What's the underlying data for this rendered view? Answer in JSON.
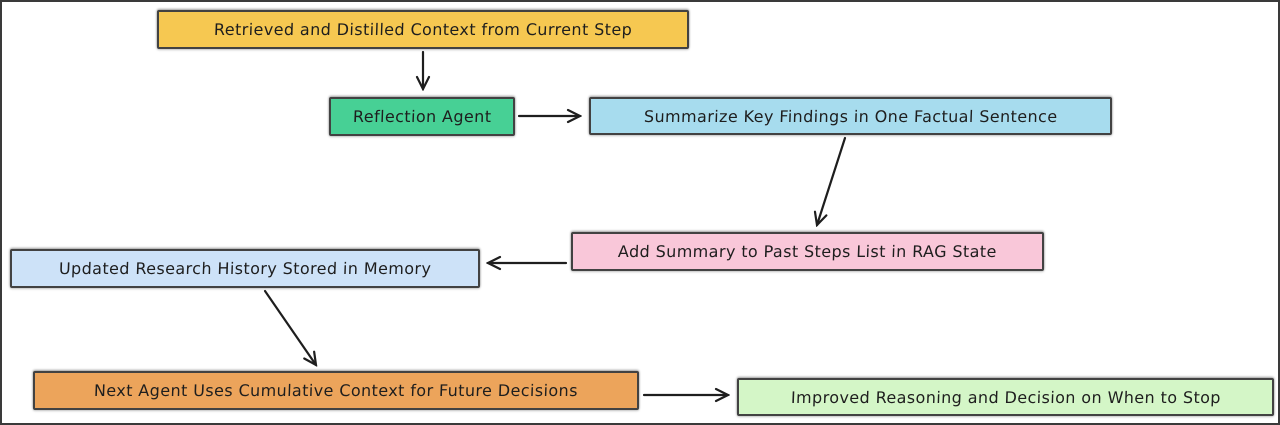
{
  "diagram": {
    "type": "flowchart",
    "background_color": "#ffffff",
    "frame_border_color": "#3a3a3a",
    "arrow_color": "#1e1e1e",
    "nodes": [
      {
        "id": "retrieved-context",
        "label": "Retrieved and Distilled Context from Current Step",
        "fill": "#f6c851"
      },
      {
        "id": "reflection-agent",
        "label": "Reflection Agent",
        "fill": "#47d095"
      },
      {
        "id": "summarize-findings",
        "label": "Summarize Key Findings in One Factual Sentence",
        "fill": "#a7dcee"
      },
      {
        "id": "add-summary-rag-state",
        "label": "Add Summary to Past Steps List in RAG State",
        "fill": "#f9c7d9"
      },
      {
        "id": "updated-history-memory",
        "label": "Updated Research History Stored in Memory",
        "fill": "#cde2f8"
      },
      {
        "id": "next-agent-decisions",
        "label": "Next Agent Uses Cumulative Context for Future Decisions",
        "fill": "#eca45b"
      },
      {
        "id": "improved-reasoning-stop",
        "label": "Improved Reasoning and Decision on When to Stop",
        "fill": "#d4f6c7"
      }
    ],
    "edges": [
      {
        "from": "retrieved-context",
        "to": "reflection-agent"
      },
      {
        "from": "reflection-agent",
        "to": "summarize-findings"
      },
      {
        "from": "summarize-findings",
        "to": "add-summary-rag-state"
      },
      {
        "from": "add-summary-rag-state",
        "to": "updated-history-memory"
      },
      {
        "from": "updated-history-memory",
        "to": "next-agent-decisions"
      },
      {
        "from": "next-agent-decisions",
        "to": "improved-reasoning-stop"
      }
    ]
  }
}
